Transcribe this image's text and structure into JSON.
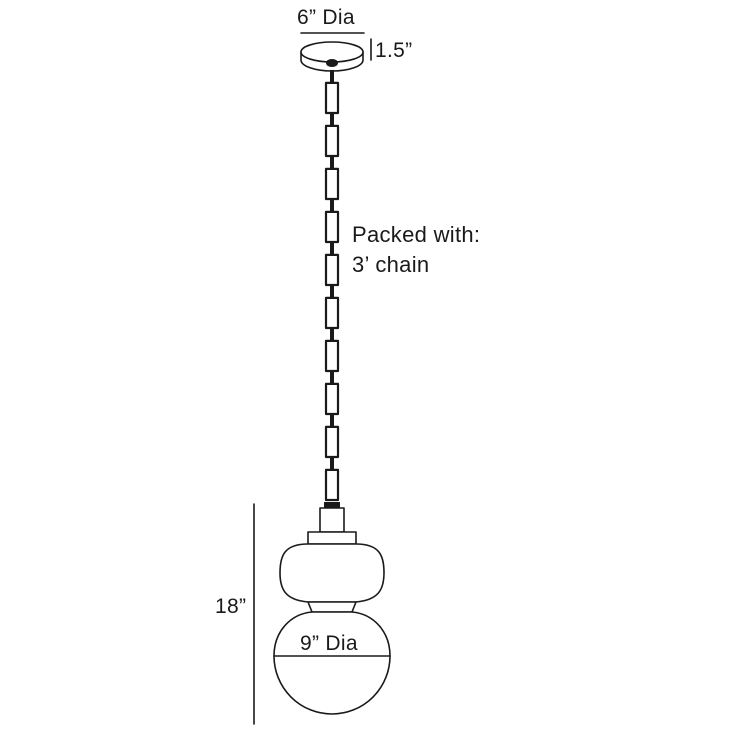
{
  "dimensions": {
    "canopy_diameter": "6” Dia",
    "canopy_height": "1.5”",
    "overall_height": "18”",
    "globe_diameter": "9” Dia"
  },
  "note": {
    "line1": "Packed with:",
    "line2": "3’ chain"
  },
  "colors": {
    "line": "#1a1a1a",
    "fill": "#ffffff"
  },
  "chain": {
    "links": 10
  }
}
